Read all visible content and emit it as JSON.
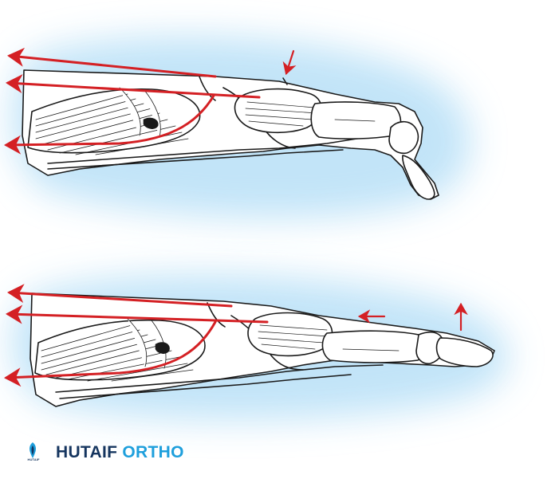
{
  "brand": {
    "logo_text": "HUTAIF",
    "name_part1": "HUTAIF",
    "name_part2": "ORTHO",
    "color_dark": "#15355f",
    "color_accent": "#1e9fdc"
  },
  "colors": {
    "arrow": "#d42024",
    "line_art": "#1a1a1a",
    "glow": "#bfe3f8"
  },
  "figures": [
    {
      "id": "flexed-finger",
      "arrows": [
        "pull-arrow-1",
        "pull-arrow-2",
        "pull-arrow-3",
        "pointer-arrow-down"
      ]
    },
    {
      "id": "extended-finger",
      "arrows": [
        "pull-arrow-1",
        "pull-arrow-2",
        "pull-arrow-3",
        "pointer-arrow-left",
        "pointer-arrow-up"
      ]
    }
  ]
}
